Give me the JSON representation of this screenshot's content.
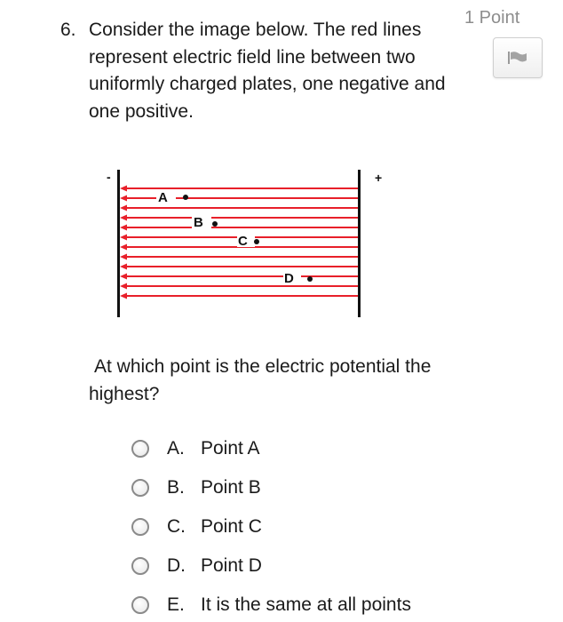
{
  "question": {
    "number": "6.",
    "text": "Consider the image below. The red lines represent electric field line between two uniformly charged plates, one negative and one positive.",
    "points": "1 Point",
    "prompt": "At which point is the electric potential the highest?"
  },
  "flag": {
    "icon": "flag-icon"
  },
  "figure": {
    "left_plate_sign": "-",
    "right_plate_sign": "+",
    "field_line_color": "#e8202a",
    "plate_color": "#111111",
    "field_line_count": 12,
    "points": [
      {
        "label": "A"
      },
      {
        "label": "B"
      },
      {
        "label": "C"
      },
      {
        "label": "D"
      }
    ]
  },
  "options": [
    {
      "letter": "A.",
      "text": "Point A"
    },
    {
      "letter": "B.",
      "text": "Point B"
    },
    {
      "letter": "C.",
      "text": "Point C"
    },
    {
      "letter": "D.",
      "text": "Point D"
    },
    {
      "letter": "E.",
      "text": "It is the same at all points"
    }
  ]
}
